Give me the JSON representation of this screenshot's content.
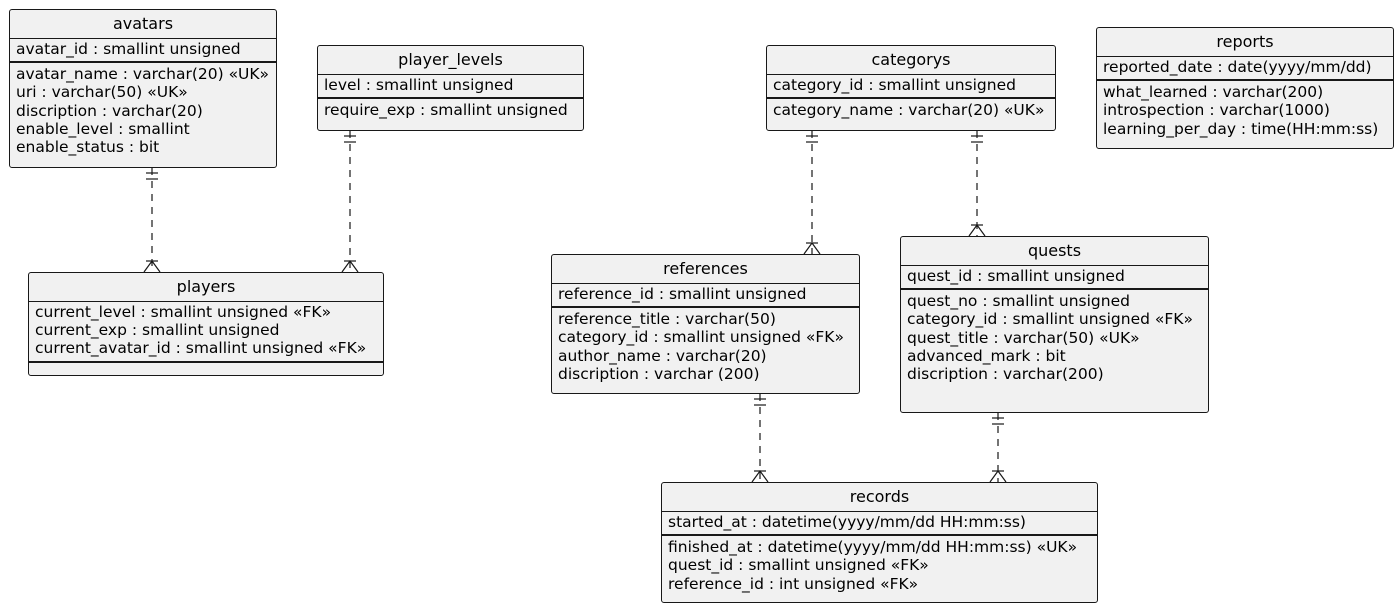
{
  "entities": {
    "avatars": {
      "name": "avatars",
      "pk": [
        "avatar_id : smallint unsigned"
      ],
      "attrs": [
        "avatar_name : varchar(20) «UK»",
        "uri : varchar(50) «UK»",
        "discription : varchar(20)",
        "enable_level : smallint",
        "enable_status : bit"
      ]
    },
    "player_levels": {
      "name": "player_levels",
      "pk": [
        "level : smallint unsigned"
      ],
      "attrs": [
        "require_exp : smallint unsigned"
      ]
    },
    "categorys": {
      "name": "categorys",
      "pk": [
        "category_id : smallint unsigned"
      ],
      "attrs": [
        "category_name : varchar(20) «UK»"
      ]
    },
    "reports": {
      "name": "reports",
      "pk": [
        "reported_date : date(yyyy/mm/dd)"
      ],
      "attrs": [
        "what_learned : varchar(200)",
        "introspection : varchar(1000)",
        "learning_per_day : time(HH:mm:ss)"
      ]
    },
    "players": {
      "name": "players",
      "pk": [
        "current_level : smallint unsigned «FK»",
        "current_exp : smallint unsigned",
        "current_avatar_id : smallint unsigned «FK»"
      ],
      "attrs": []
    },
    "references": {
      "name": "references",
      "pk": [
        "reference_id : smallint unsigned"
      ],
      "attrs": [
        "reference_title : varchar(50)",
        "category_id : smallint unsigned «FK»",
        "author_name : varchar(20)",
        "discription : varchar (200)"
      ]
    },
    "quests": {
      "name": "quests",
      "pk": [
        "quest_id : smallint unsigned"
      ],
      "attrs": [
        "quest_no : smallint unsigned",
        "category_id : smallint unsigned «FK»",
        "quest_title : varchar(50) «UK»",
        "advanced_mark : bit",
        "discription : varchar(200)",
        ""
      ]
    },
    "records": {
      "name": "records",
      "pk": [
        "started_at : datetime(yyyy/mm/dd HH:mm:ss)"
      ],
      "attrs": [
        "finished_at : datetime(yyyy/mm/dd HH:mm:ss) «UK»",
        "quest_id : smallint unsigned «FK»",
        "reference_id : int unsigned «FK»"
      ]
    }
  }
}
